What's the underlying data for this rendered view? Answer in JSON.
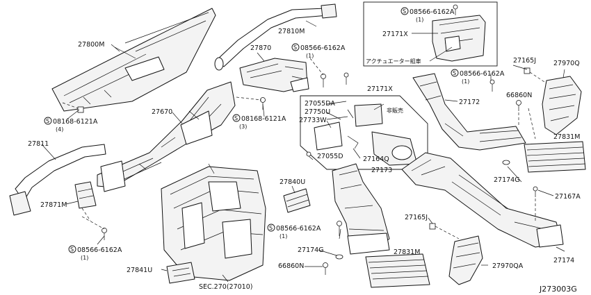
{
  "labels": {
    "p27800M": "27800M",
    "p27810M": "27810M",
    "p27870": "27870",
    "p27670": "27670",
    "p27811": "27811",
    "p27871M": "27871M",
    "p27840U": "27840U",
    "p27841U": "27841U",
    "p27173": "27173",
    "p27174G_a": "27174G",
    "p66860N_a": "66860N",
    "p27831M_a": "27831M",
    "p27171X_box": "27171X",
    "p27171X": "27171X",
    "p27055DA": "27055DA",
    "p27750U": "27750U",
    "p27733W": "27733W",
    "p27055D": "27055D",
    "p27164Q": "27164Q",
    "not_for_sale": "非販売",
    "actuator_assy": "アクチュエーター組車",
    "p27165J_a": "27165J",
    "p27970Q": "27970Q",
    "p66860N_b": "66860N",
    "p27172": "27172",
    "p27831M_b": "27831M",
    "p27174G_b": "27174G",
    "p27167A": "27167A",
    "p27165J_b": "27165J",
    "p27174": "27174",
    "p27970QA": "27970QA",
    "sec_ref": "SEC.270(27010)",
    "diagram_id": "J273003G"
  },
  "fasteners": {
    "f_top_box": {
      "num": "08566-6162A",
      "qty": "(1)"
    },
    "f_mid_top": {
      "num": "08566-6162A",
      "qty": "(1)"
    },
    "f_left": {
      "num": "08168-6121A",
      "qty": "(4)"
    },
    "f_mid": {
      "num": "08168-6121A",
      "qty": "(3)"
    },
    "f_right": {
      "num": "08566-6162A",
      "qty": "(1)"
    },
    "f_bottom_left": {
      "num": "08566-6162A",
      "qty": "(1)"
    },
    "f_bottom_mid": {
      "num": "08566-6162A",
      "qty": "(1)"
    }
  },
  "symbols": {
    "fastener_mark": "S"
  }
}
